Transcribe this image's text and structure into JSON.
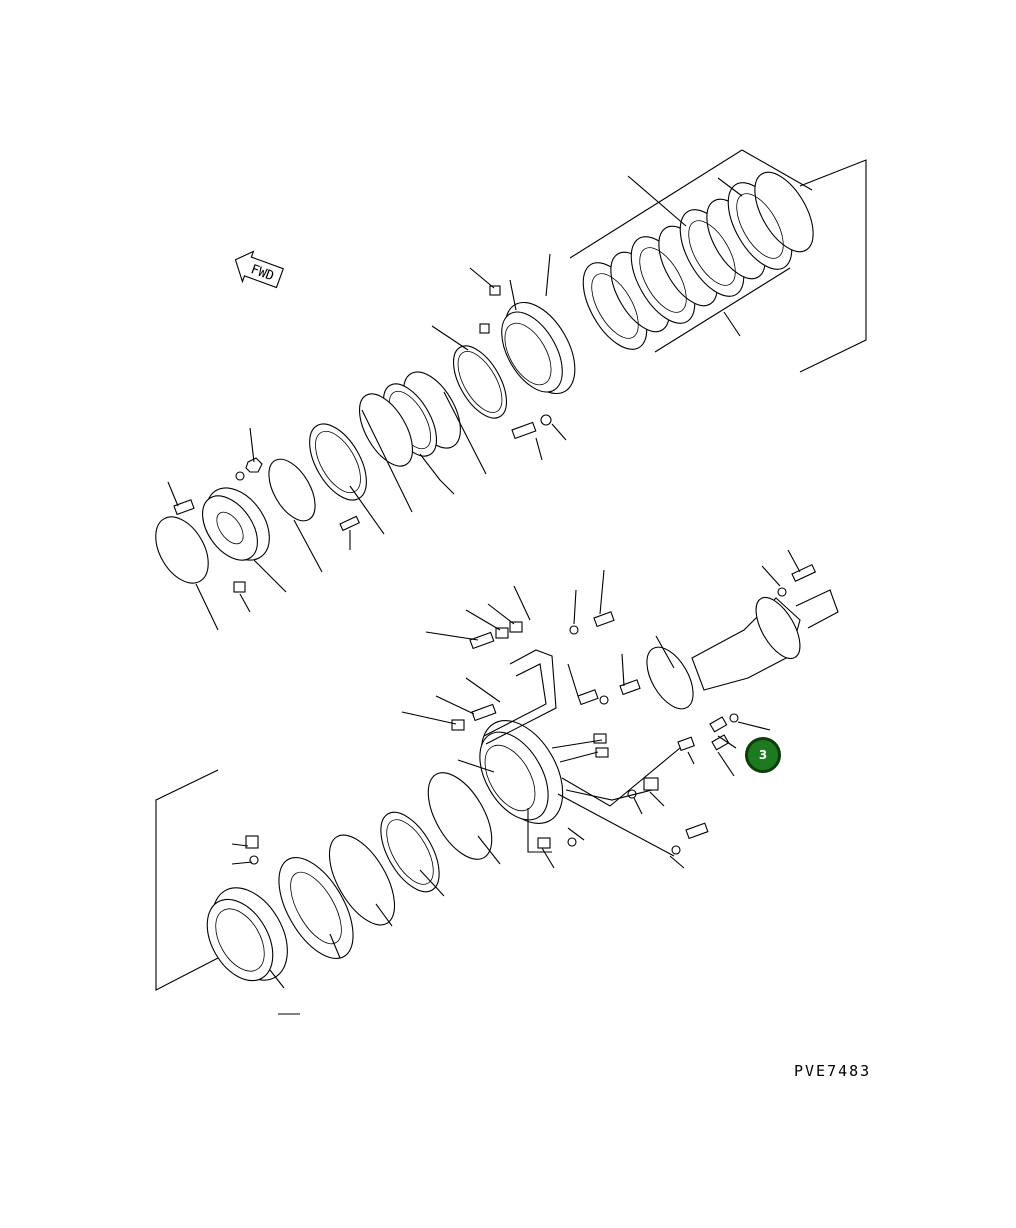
{
  "diagram": {
    "direction_label": "FWD",
    "drawing_code": "PVE7483",
    "callout": {
      "number": "3",
      "color": "#1e7a1e"
    }
  }
}
